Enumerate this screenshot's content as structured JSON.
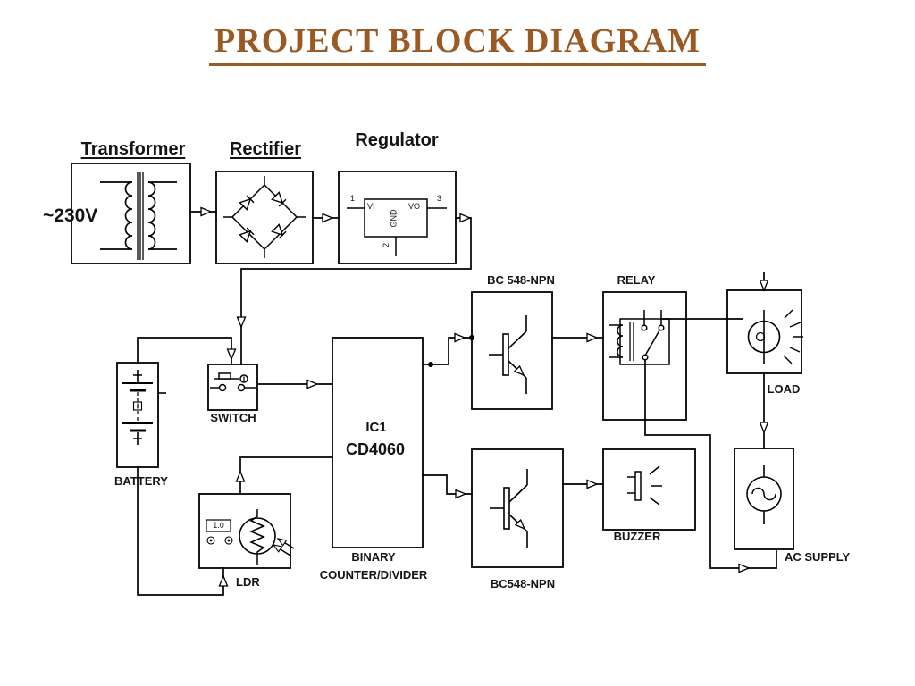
{
  "title": "PROJECT BLOCK DIAGRAM",
  "colors": {
    "title": "#9B5A24",
    "line": "#000000",
    "background": "#FFFFFF"
  },
  "blocks": {
    "transformer": {
      "label": "Transformer",
      "input": "~230V"
    },
    "rectifier": {
      "label": "Rectifier"
    },
    "regulator": {
      "label": "Regulator",
      "pins": {
        "vi": "VI",
        "vo": "VO",
        "gnd": "GND",
        "p1": "1",
        "p2": "2",
        "p3": "3"
      }
    },
    "switch": {
      "label": "SWITCH"
    },
    "battery": {
      "label": "BATTERY"
    },
    "ic": {
      "name": "IC1",
      "part": "CD4060",
      "desc_line1": "BINARY",
      "desc_line2": "COUNTER/DIVIDER"
    },
    "ldr": {
      "label": "LDR",
      "reading": "1.0"
    },
    "transistor_upper": {
      "label": "BC 548-NPN"
    },
    "transistor_lower": {
      "label": "BC548-NPN"
    },
    "relay": {
      "label": "RELAY"
    },
    "load": {
      "label": "LOAD"
    },
    "buzzer": {
      "label": "BUZZER"
    },
    "ac_supply": {
      "label": "AC SUPPLY"
    }
  }
}
